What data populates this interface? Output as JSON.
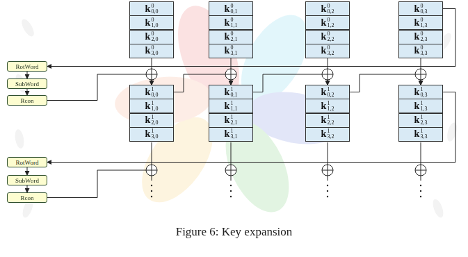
{
  "diagram": {
    "caption": "Figure 6: Key expansion",
    "nodes": [
      {
        "text": [
          "RotWord"
        ]
      },
      {
        "text": [
          "SubWord"
        ]
      },
      {
        "text": [
          "Rcon"
        ]
      },
      {
        "text": [
          "k",
          "0",
          "0,0"
        ]
      },
      {
        "text": [
          "k",
          "0",
          "1,0"
        ]
      },
      {
        "text": [
          "k",
          "0",
          "2,0"
        ]
      },
      {
        "text": [
          "k",
          "0",
          "3,0"
        ]
      },
      {
        "text": [
          "k",
          "0",
          "0,1"
        ]
      },
      {
        "text": [
          "k",
          "0",
          "1,1"
        ]
      },
      {
        "text": [
          "k",
          "0",
          "2,1"
        ]
      },
      {
        "text": [
          "k",
          "0",
          "3,1"
        ]
      },
      {
        "text": [
          "k",
          "0",
          "0,2"
        ]
      },
      {
        "text": [
          "k",
          "0",
          "1,2"
        ]
      },
      {
        "text": [
          "k",
          "0",
          "2,2"
        ]
      },
      {
        "text": [
          "k",
          "0",
          "3,2"
        ]
      },
      {
        "text": [
          "k",
          "0",
          "0,3"
        ]
      },
      {
        "text": [
          "k",
          "0",
          "1,3"
        ]
      },
      {
        "text": [
          "k",
          "0",
          "2,3"
        ]
      },
      {
        "text": [
          "k",
          "0",
          "3,3"
        ]
      },
      {
        "text": [
          "k",
          "1",
          "0,0"
        ]
      },
      {
        "text": [
          "k",
          "1",
          "1,0"
        ]
      },
      {
        "text": [
          "k",
          "1",
          "2,0"
        ]
      },
      {
        "text": [
          "k",
          "1",
          "3,0"
        ]
      },
      {
        "text": [
          "k",
          "1",
          "0,1"
        ]
      },
      {
        "text": [
          "k",
          "1",
          "1,1"
        ]
      },
      {
        "text": [
          "k",
          "1",
          "2,1"
        ]
      },
      {
        "text": [
          "k",
          "1",
          "3,1"
        ]
      },
      {
        "text": [
          "k",
          "1",
          "0,2"
        ]
      },
      {
        "text": [
          "k",
          "1",
          "1,2"
        ]
      },
      {
        "text": [
          "k",
          "1",
          "2,2"
        ]
      },
      {
        "text": [
          "k",
          "1",
          "3,2"
        ]
      },
      {
        "text": [
          "k",
          "1",
          "0,3"
        ]
      },
      {
        "text": [
          "k",
          "1",
          "1,3"
        ]
      },
      {
        "text": [
          "k",
          "1",
          "2,3"
        ]
      },
      {
        "text": [
          "k",
          "1",
          "3,3"
        ]
      },
      {
        "text": [
          "RotWord"
        ]
      },
      {
        "text": [
          "SubWord"
        ]
      },
      {
        "text": [
          "Rcon"
        ]
      }
    ],
    "edges": [
      {
        "from": 0,
        "to": 1,
        "arrow": "to"
      },
      {
        "from": 1,
        "to": 2,
        "arrow": "to"
      },
      {
        "from": 2,
        "to": 19,
        "arrow": "to"
      },
      {
        "from": 6,
        "to": 19,
        "arrow": "to"
      },
      {
        "from": 10,
        "to": 23,
        "arrow": "to"
      },
      {
        "from": 14,
        "to": 27,
        "arrow": "to"
      },
      {
        "from": 18,
        "to": 31,
        "arrow": "to"
      },
      {
        "from": 19,
        "to": 23,
        "arrow": "to"
      },
      {
        "from": 23,
        "to": 27,
        "arrow": "to"
      },
      {
        "from": 27,
        "to": 31,
        "arrow": "to"
      },
      {
        "from": 15,
        "to": 0,
        "arrow": "to"
      },
      {
        "from": 31,
        "to": 35,
        "arrow": "to"
      },
      {
        "from": 35,
        "to": 36,
        "arrow": "to"
      },
      {
        "from": 36,
        "to": 37,
        "arrow": "to"
      }
    ]
  }
}
